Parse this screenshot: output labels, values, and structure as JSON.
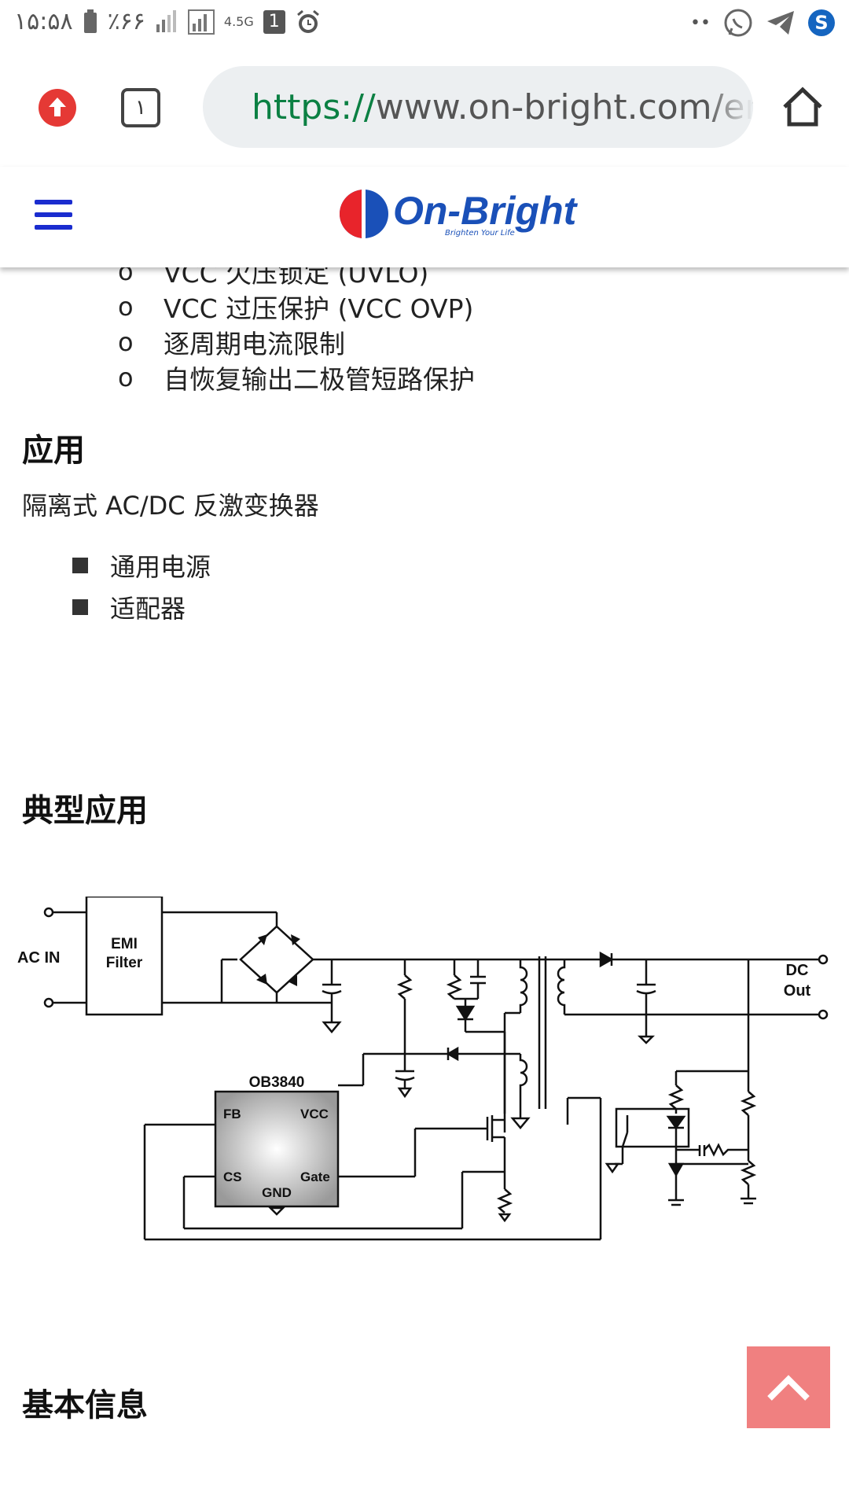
{
  "status_bar": {
    "time": "۱۵:۵۸",
    "battery": "٪۶۶",
    "network": "4.5G",
    "sim_badge": "1",
    "dots": "••"
  },
  "browser": {
    "url_scheme": "https://",
    "url_rest": "www.on-bright.com/en/",
    "tab_count": "۱"
  },
  "site": {
    "logo_text": "On-Bright",
    "logo_tagline": "Brighten Your Life",
    "logo_colors": {
      "red": "#e8242b",
      "blue": "#1a50b8"
    }
  },
  "protection_list": [
    "VCC 欠压锁定 (UVLO)",
    "VCC 过压保护 (VCC OVP)",
    "逐周期电流限制",
    "自恢复输出二极管短路保护"
  ],
  "protection_bullet": "o",
  "applications": {
    "heading": "应用",
    "description": "隔离式 AC/DC 反激变换器",
    "items": [
      "通用电源",
      "适配器"
    ]
  },
  "typical_app": {
    "heading": "典型应用",
    "diagram_labels": {
      "ac_in": "AC IN",
      "emi_1": "EMI",
      "emi_2": "Filter",
      "chip": "OB3840",
      "fb": "FB",
      "vcc": "VCC",
      "cs": "CS",
      "gate": "Gate",
      "gnd": "GND",
      "dc_1": "DC",
      "dc_2": "Out"
    }
  },
  "basic_info": {
    "heading": "基本信息"
  },
  "colors": {
    "accent_back_to_top": "#f08080",
    "hamburger": "#1a2ccf",
    "url_green": "#0b8043"
  }
}
